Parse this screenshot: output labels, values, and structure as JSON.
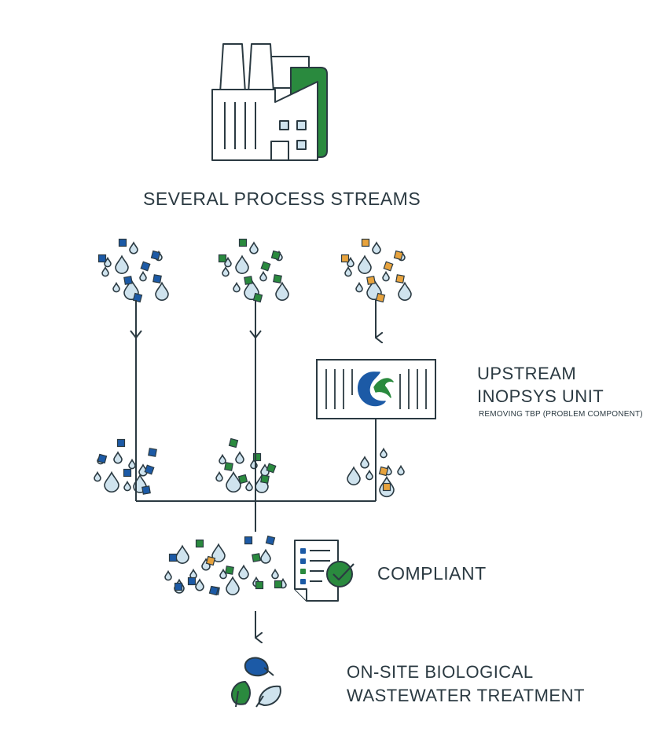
{
  "labels": {
    "process_streams": "SEVERAL PROCESS STREAMS",
    "unit_line1": "UPSTREAM",
    "unit_line2": "INOPSYS UNIT",
    "unit_sub": "REMOVING TBP (PROBLEM COMPONENT)",
    "compliant": "COMPLIANT",
    "bio_line1": "ON-SITE BIOLOGICAL",
    "bio_line2": "WASTEWATER TREATMENT"
  },
  "colors": {
    "stroke": "#2b3a42",
    "droplet_fill": "#cfe3ee",
    "blue": "#1c5aa6",
    "green": "#2a8a3e",
    "orange": "#e8a33d",
    "window_fill": "#cfe3ee"
  },
  "icons": {
    "factory": "factory-icon",
    "unit": "inopsys-unit-icon",
    "document": "compliance-document-icon",
    "leaves": "biological-leaves-icon"
  }
}
